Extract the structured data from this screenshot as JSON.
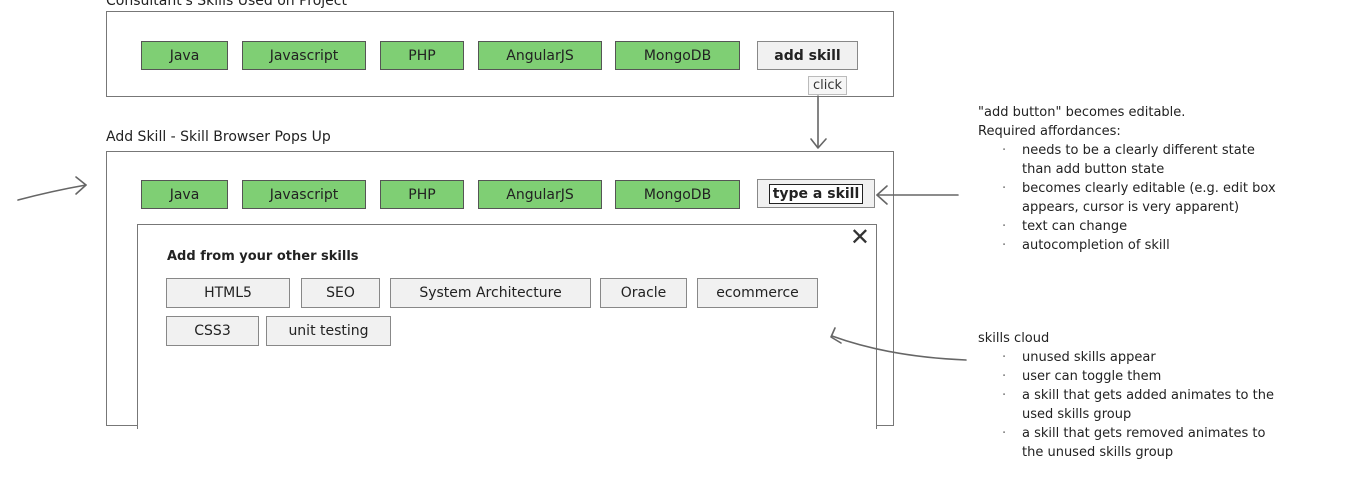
{
  "section1": {
    "title": "Consultant's Skills Used on Project",
    "skills": [
      "Java",
      "Javascript",
      "PHP",
      "AngularJS",
      "MongoDB"
    ],
    "add_label": "add skill",
    "click_label": "click"
  },
  "section2": {
    "title": "Add Skill - Skill Browser Pops Up",
    "skills": [
      "Java",
      "Javascript",
      "PHP",
      "AngularJS",
      "MongoDB"
    ],
    "edit_label": "type a skill"
  },
  "popup": {
    "heading": "Add from your other skills",
    "close_glyph": "✕",
    "skills": [
      "HTML5",
      "SEO",
      "System Architecture",
      "Oracle",
      "ecommerce",
      "CSS3",
      "unit testing"
    ]
  },
  "note1": {
    "line1": "\"add button\" becomes editable.",
    "line2": "Required affordances:",
    "items": [
      "needs to be a clearly different state",
      "than add button state",
      "becomes clearly editable (e.g. edit box",
      "appears, cursor is very apparent)",
      "text can change",
      "autocompletion of skill"
    ]
  },
  "note2": {
    "title": "skills cloud",
    "items": [
      "unused skills appear",
      "user can toggle them",
      "a skill that gets added animates to the",
      "used skills group",
      "a skill that gets removed animates to",
      "the unused skills group"
    ]
  }
}
